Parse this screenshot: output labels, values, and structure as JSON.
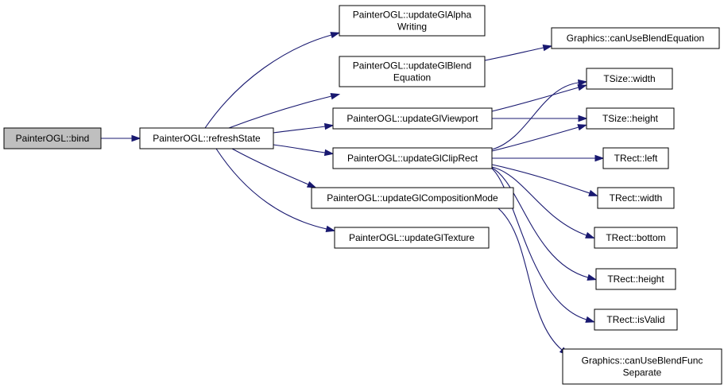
{
  "graph": {
    "colors": {
      "edge": "#191970",
      "root_fill": "#bfbfbf",
      "node_fill": "#ffffff",
      "node_border": "#000000"
    },
    "nodes": [
      {
        "id": "bind",
        "lines": [
          "PainterOGL::bind"
        ],
        "root": true
      },
      {
        "id": "refreshState",
        "lines": [
          "PainterOGL::refreshState"
        ]
      },
      {
        "id": "alpha",
        "lines": [
          "PainterOGL::updateGlAlpha",
          "Writing"
        ]
      },
      {
        "id": "blendEq",
        "lines": [
          "PainterOGL::updateGlBlend",
          "Equation"
        ]
      },
      {
        "id": "viewport",
        "lines": [
          "PainterOGL::updateGlViewport"
        ]
      },
      {
        "id": "clipRect",
        "lines": [
          "PainterOGL::updateGlClipRect"
        ]
      },
      {
        "id": "compMode",
        "lines": [
          "PainterOGL::updateGlCompositionMode"
        ]
      },
      {
        "id": "texture",
        "lines": [
          "PainterOGL::updateGlTexture"
        ]
      },
      {
        "id": "canBlendEq",
        "lines": [
          "Graphics::canUseBlendEquation"
        ]
      },
      {
        "id": "tsizeW",
        "lines": [
          "TSize::width"
        ]
      },
      {
        "id": "tsizeH",
        "lines": [
          "TSize::height"
        ]
      },
      {
        "id": "rectLeft",
        "lines": [
          "TRect::left"
        ]
      },
      {
        "id": "rectWidth",
        "lines": [
          "TRect::width"
        ]
      },
      {
        "id": "rectBottom",
        "lines": [
          "TRect::bottom"
        ]
      },
      {
        "id": "rectHeight",
        "lines": [
          "TRect::height"
        ]
      },
      {
        "id": "rectValid",
        "lines": [
          "TRect::isValid"
        ]
      },
      {
        "id": "canBlendFunc",
        "lines": [
          "Graphics::canUseBlendFunc",
          "Separate"
        ]
      }
    ],
    "edges": [
      {
        "from": "bind",
        "to": "refreshState"
      },
      {
        "from": "refreshState",
        "to": "alpha"
      },
      {
        "from": "refreshState",
        "to": "blendEq"
      },
      {
        "from": "refreshState",
        "to": "viewport"
      },
      {
        "from": "refreshState",
        "to": "clipRect"
      },
      {
        "from": "refreshState",
        "to": "compMode"
      },
      {
        "from": "refreshState",
        "to": "texture"
      },
      {
        "from": "blendEq",
        "to": "canBlendEq"
      },
      {
        "from": "viewport",
        "to": "tsizeW"
      },
      {
        "from": "viewport",
        "to": "tsizeH"
      },
      {
        "from": "clipRect",
        "to": "tsizeW"
      },
      {
        "from": "clipRect",
        "to": "tsizeH"
      },
      {
        "from": "clipRect",
        "to": "rectLeft"
      },
      {
        "from": "clipRect",
        "to": "rectWidth"
      },
      {
        "from": "clipRect",
        "to": "rectBottom"
      },
      {
        "from": "clipRect",
        "to": "rectHeight"
      },
      {
        "from": "clipRect",
        "to": "rectValid"
      },
      {
        "from": "compMode",
        "to": "canBlendFunc"
      }
    ]
  }
}
